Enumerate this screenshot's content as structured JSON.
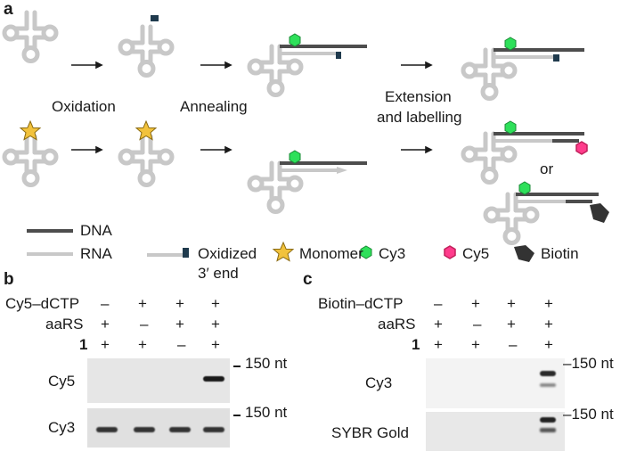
{
  "panel_a": {
    "label": "a",
    "steps": {
      "oxidation": "Oxidation",
      "annealing": "Annealing",
      "extension_line1": "Extension",
      "extension_line2": "and labelling",
      "or": "or"
    },
    "legend": {
      "dna": "DNA",
      "rna": "RNA",
      "oxidized_line1": "Oxidized",
      "oxidized_line2": "3′ end",
      "monomer": "Monomer",
      "cy3": "Cy3",
      "cy5": "Cy5",
      "biotin": "Biotin"
    },
    "colors": {
      "dna": "#4d4d4d",
      "rna": "#c8c8c8",
      "oxidized_end": "#1f3a4d",
      "cy3": "#2ee05a",
      "cy5": "#ff3c8c",
      "monomer": "#f2c23c",
      "biotin": "#333333"
    }
  },
  "panel_b": {
    "label": "b",
    "rows": [
      {
        "name": "Cy5–dCTP",
        "values": [
          "–",
          "+",
          "+",
          "+"
        ]
      },
      {
        "name": "aaRS",
        "values": [
          "+",
          "–",
          "+",
          "+"
        ]
      },
      {
        "name": "1",
        "values": [
          "+",
          "+",
          "–",
          "+"
        ]
      }
    ],
    "gel_cy5_label": "Cy5",
    "gel_cy3_label": "Cy3",
    "marker_top": "150 nt",
    "marker_bottom": "150 nt"
  },
  "panel_c": {
    "label": "c",
    "rows": [
      {
        "name": "Biotin–dCTP",
        "values": [
          "–",
          "+",
          "+",
          "+"
        ]
      },
      {
        "name": "aaRS",
        "values": [
          "+",
          "–",
          "+",
          "+"
        ]
      },
      {
        "name": "1",
        "values": [
          "+",
          "+",
          "–",
          "+"
        ]
      }
    ],
    "gel_cy3_label": "Cy3",
    "gel_sybr_label": "SYBR Gold",
    "marker_top": "–150 nt",
    "marker_bottom": "–150 nt"
  }
}
